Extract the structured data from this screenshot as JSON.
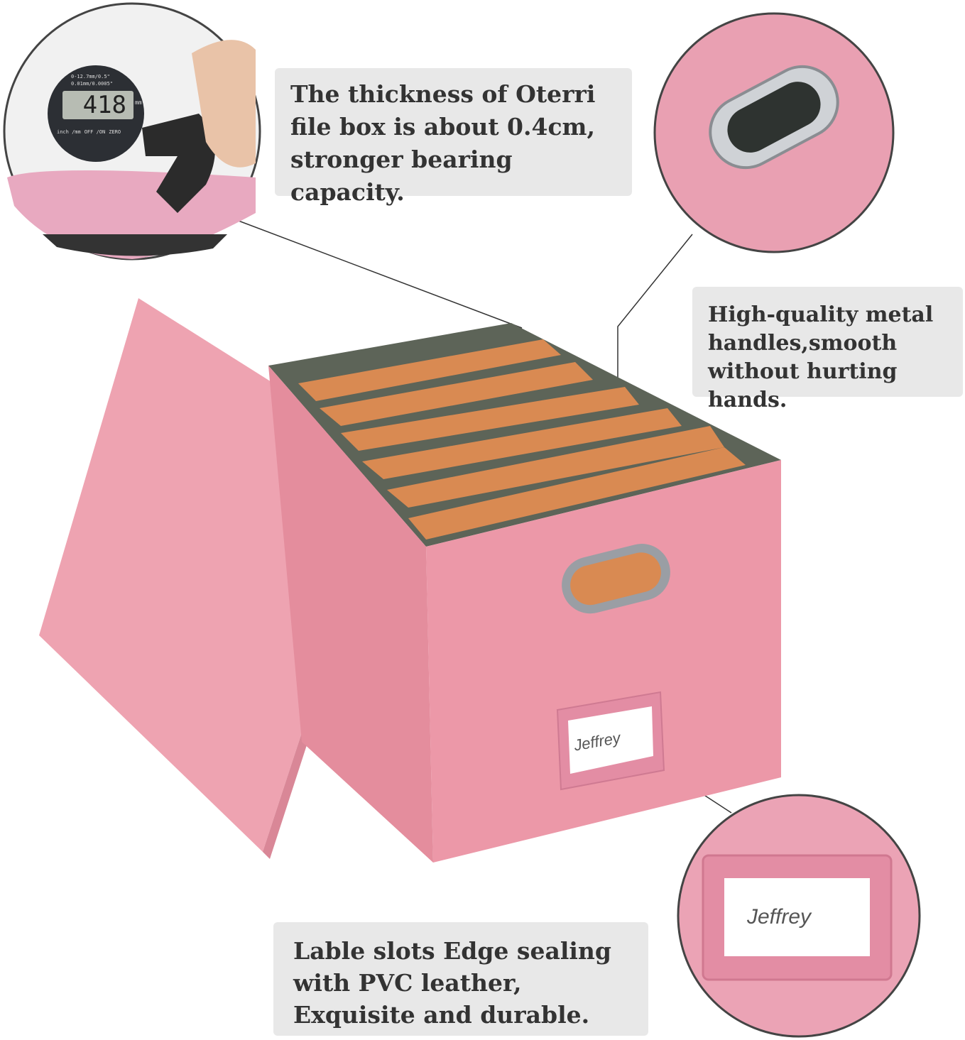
{
  "callouts": {
    "thickness": "The thickness of Oterri file box is about 0.4cm, stronger bearing capacity.",
    "handles": "High-quality metal handles,smooth without hurting hands.",
    "label_slots": "Lable slots Edge sealing with PVC leather, Exquisite and durable."
  },
  "caliper": {
    "range": "0-12.7mm/0.5\"",
    "resolution": "0.01mm/0.0005\"",
    "reading": "418",
    "unit": "mm",
    "buttons": [
      "inch /mm",
      "OFF /ON",
      "ZERO"
    ]
  },
  "label_card_text": "Jeffrey",
  "colors": {
    "box_pink": "#e9909f",
    "callout_bg": "#e8e8e8",
    "folder_green": "#5d6458",
    "folder_orange": "#d98a52"
  }
}
